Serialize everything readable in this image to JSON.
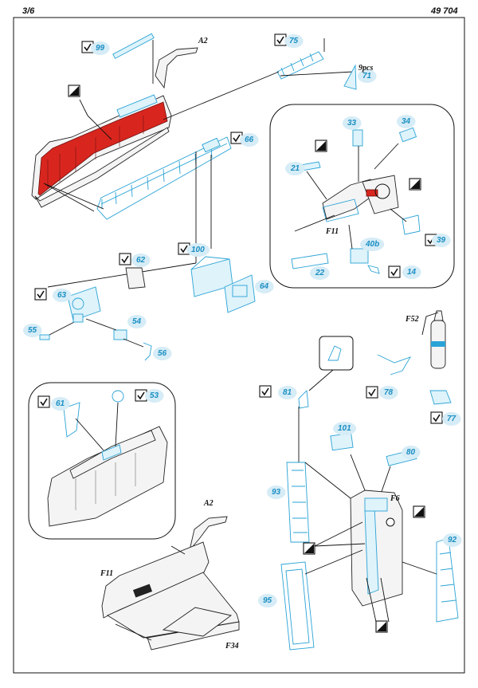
{
  "header": {
    "page": "3/6",
    "kit_number": "49 704"
  },
  "icons": {
    "fold": "fold-icon",
    "bend": "bend-icon"
  },
  "colors": {
    "photo_etch": "#2aa3d6",
    "paint_red": "#d8261e",
    "label_bubble": "#d6ecf6"
  },
  "part_numbers": {
    "p99": "99",
    "p75": "75",
    "p71": "71",
    "p66": "66",
    "p100": "100",
    "p64": "64",
    "p62": "62",
    "p63": "63",
    "p55": "55",
    "p54": "54",
    "p56": "56",
    "p33": "33",
    "p34": "34",
    "p21": "21",
    "p22": "22",
    "p40b": "40b",
    "p14": "14",
    "p39": "39",
    "p61": "61",
    "p53": "53",
    "p81": "81",
    "p78": "78",
    "p77": "77",
    "p101": "101",
    "p80": "80",
    "p93": "93",
    "p92": "92",
    "p95": "95"
  },
  "labels": {
    "a2_top": "A2",
    "a2_bottom": "A2",
    "qty_9pcs": "9pcs",
    "f11_detail": "F11",
    "f11_bottom": "F11",
    "f52": "F52",
    "f6": "F6",
    "f34": "F34"
  }
}
